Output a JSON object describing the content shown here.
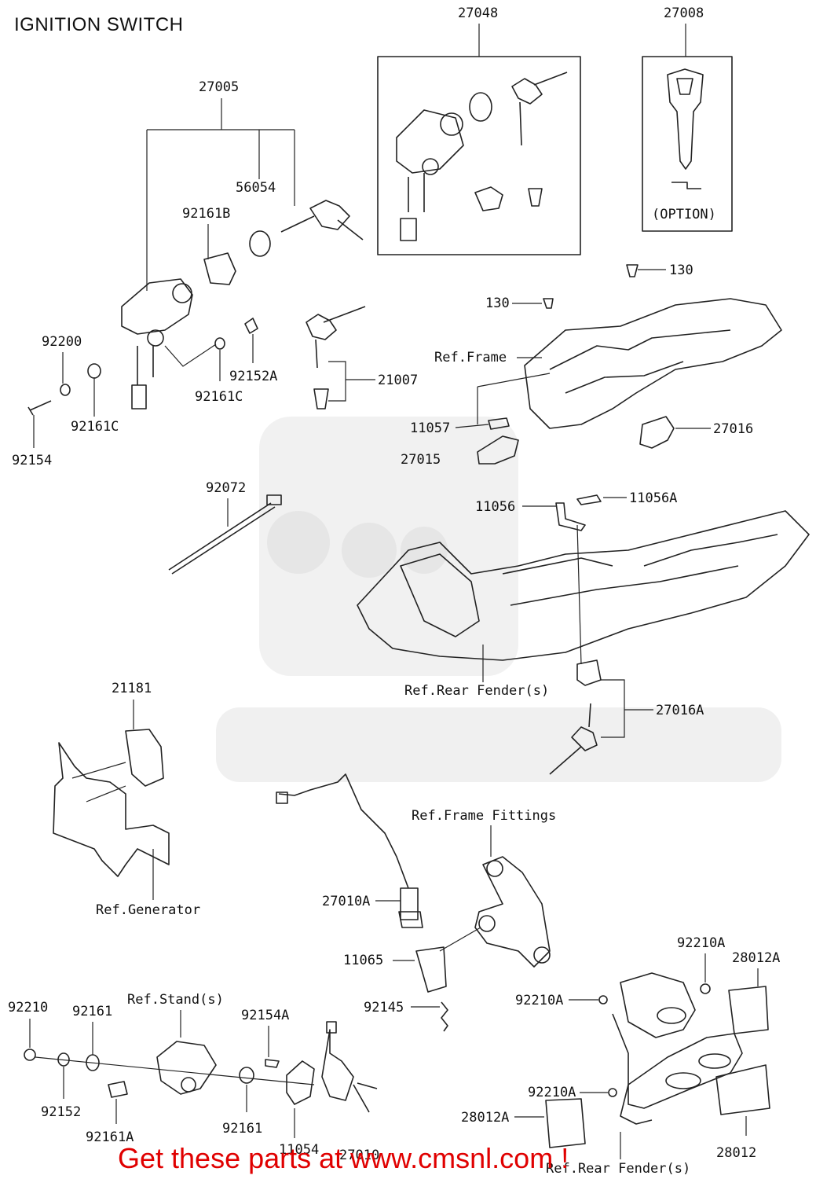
{
  "title": "IGNITION SWITCH",
  "labels": {
    "p27048": "27048",
    "p27008": "27008",
    "option": "(OPTION)",
    "p27005": "27005",
    "p56054": "56054",
    "p92161B": "92161B",
    "p130a": "130",
    "p130b": "130",
    "refFrame": "Ref.Frame",
    "p92200": "92200",
    "p92152A": "92152A",
    "p92161C_a": "92161C",
    "p92161C_b": "92161C",
    "p21007": "21007",
    "p92154": "92154",
    "p11057": "11057",
    "p27016": "27016",
    "p27015": "27015",
    "p92072": "92072",
    "p11056": "11056",
    "p11056A": "11056A",
    "refRearFender1": "Ref.Rear Fender(s)",
    "p27016A": "27016A",
    "p21181": "21181",
    "refFrameFittings": "Ref.Frame Fittings",
    "refGenerator": "Ref.Generator",
    "p27010A": "27010A",
    "p11065": "11065",
    "p92210A_a": "92210A",
    "p28012A_a": "28012A",
    "p92145": "92145",
    "p92210A_b": "92210A",
    "p92210": "92210",
    "p92161_a": "92161",
    "refStands": "Ref.Stand(s)",
    "p92154A": "92154A",
    "p92152": "92152",
    "p92161_b": "92161",
    "p92161A": "92161A",
    "p11054": "11054",
    "p27010": "27010",
    "p92210A_c": "92210A",
    "p28012A_b": "28012A",
    "refRearFender2": "Ref.Rear Fender(s)",
    "p28012": "28012"
  },
  "cta": "Get these parts at www.cmsnl.com !"
}
